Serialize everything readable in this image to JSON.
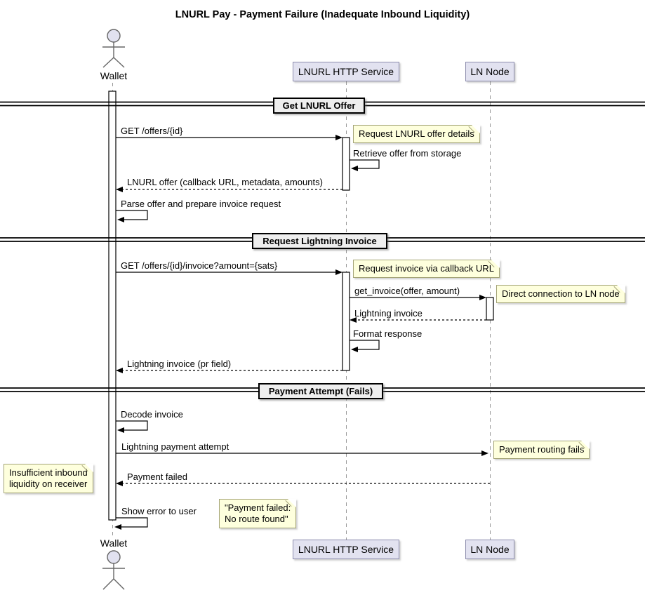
{
  "title": "LNURL Pay - Payment Failure (Inadequate Inbound Liquidity)",
  "actors": {
    "wallet": "Wallet",
    "service": "LNURL HTTP Service",
    "node": "LN Node"
  },
  "sections": [
    "Get LNURL Offer",
    "Request Lightning Invoice",
    "Payment Attempt (Fails)"
  ],
  "messages": {
    "get_offer": "GET /offers/{id}",
    "retrieve_offer": "Retrieve offer from storage",
    "offer_response": "LNURL offer (callback URL, metadata, amounts)",
    "parse_offer": "Parse offer and prepare invoice request",
    "get_invoice_http": "GET /offers/{id}/invoice?amount={sats}",
    "get_invoice_rpc": "get_invoice(offer, amount)",
    "lightning_invoice": "Lightning invoice",
    "format_response": "Format response",
    "invoice_response": "Lightning invoice (pr field)",
    "decode_invoice": "Decode invoice",
    "payment_attempt": "Lightning payment attempt",
    "payment_failed": "Payment failed",
    "show_error": "Show error to user"
  },
  "notes": {
    "offer_details": "Request LNURL offer details",
    "callback": "Request invoice via callback URL",
    "direct_connection": "Direct connection to LN node",
    "routing_fails": "Payment routing fails",
    "insufficient": [
      "Insufficient inbound",
      "liquidity on receiver"
    ],
    "error_quote": [
      "\"Payment failed:",
      "No route found\""
    ]
  },
  "colors": {
    "participant_fill": "#E2E2F0",
    "note_fill": "#FEFFDD",
    "divider_fill": "#EEEEEE",
    "lifeline": "#999999"
  }
}
